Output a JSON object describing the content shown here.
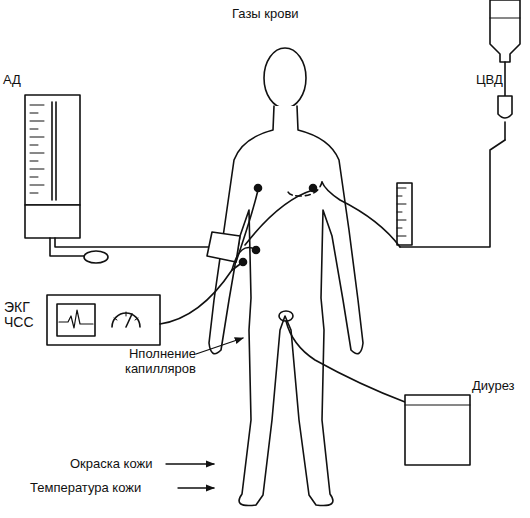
{
  "diagram": {
    "labels": [
      "Газы крови",
      "АД",
      "ЦВД",
      "ЭКГ ЧСС",
      "Нполнение капилляров",
      "Диурез",
      "Окраска кожи",
      "Температура кожи"
    ]
  }
}
